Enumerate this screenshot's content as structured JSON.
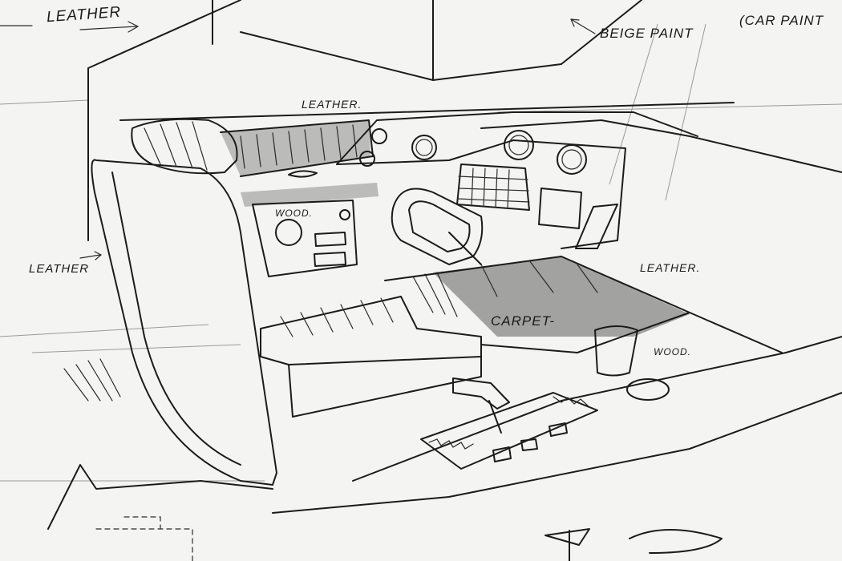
{
  "annotations": {
    "leather_top_left": "LEATHER",
    "beige_paint": "BEIGE PAINT",
    "car_paint": "(CAR PAINT",
    "leather_headrest": "LEATHER.",
    "wood_panel": "WOOD.",
    "leather_left": "LEATHER",
    "leather_right": "LEATHER.",
    "carpet": "CARPET-",
    "wood_right": "WOOD."
  },
  "colors": {
    "paper": "#f4f4f2",
    "ink": "#1b1b1b",
    "marker_grey": "#8d8d8d"
  },
  "icons": [
    "steering-wheel-icon",
    "gauge-icon",
    "cup-icon",
    "gear-lever-icon"
  ]
}
